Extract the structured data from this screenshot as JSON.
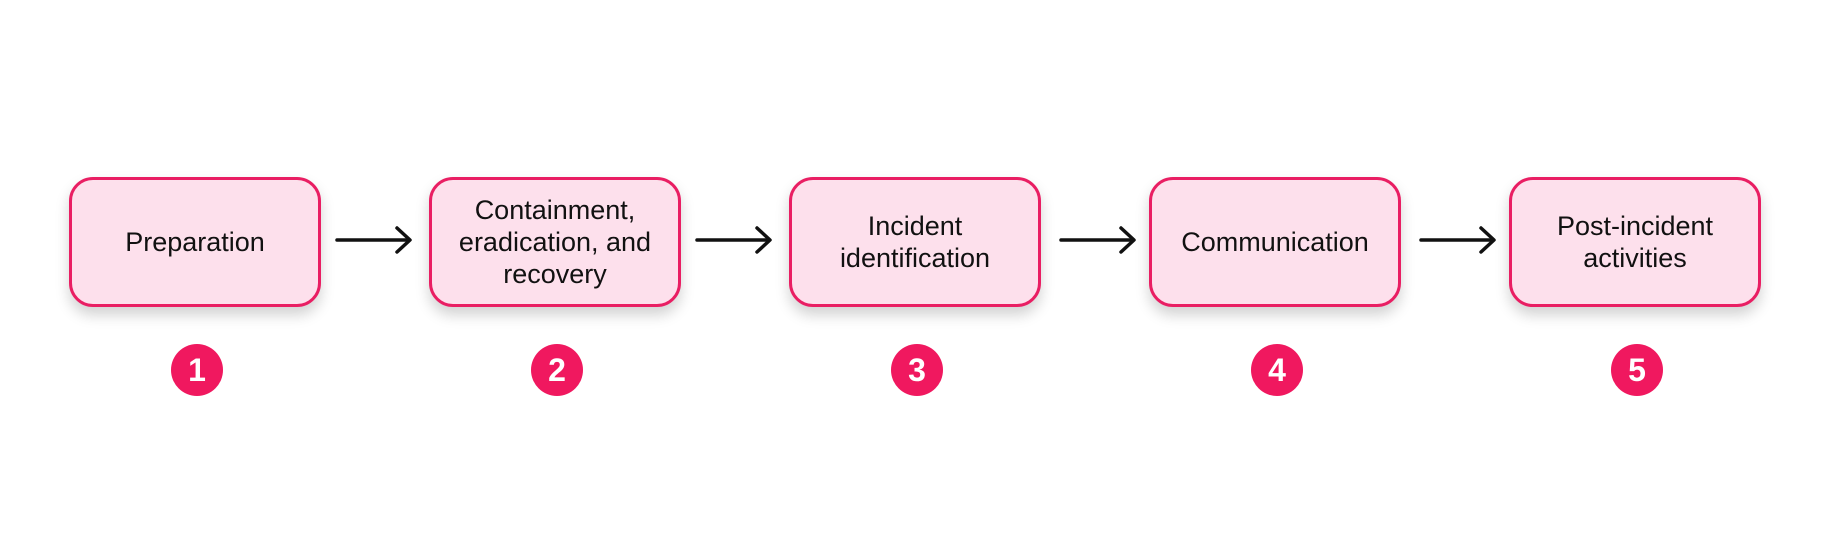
{
  "diagram": {
    "steps": [
      {
        "label": "Preparation",
        "number": "1"
      },
      {
        "label": "Containment,\neradication, and\nrecovery",
        "number": "2"
      },
      {
        "label": "Incident\nidentification",
        "number": "3"
      },
      {
        "label": "Communication",
        "number": "4"
      },
      {
        "label": "Post-incident\nactivities",
        "number": "5"
      }
    ]
  },
  "colors": {
    "accent": "#e91e63",
    "box_fill": "#fde0ec",
    "badge": "#f0185f",
    "arrow": "#111111"
  },
  "icons": {
    "connector": "arrow-right-icon"
  }
}
